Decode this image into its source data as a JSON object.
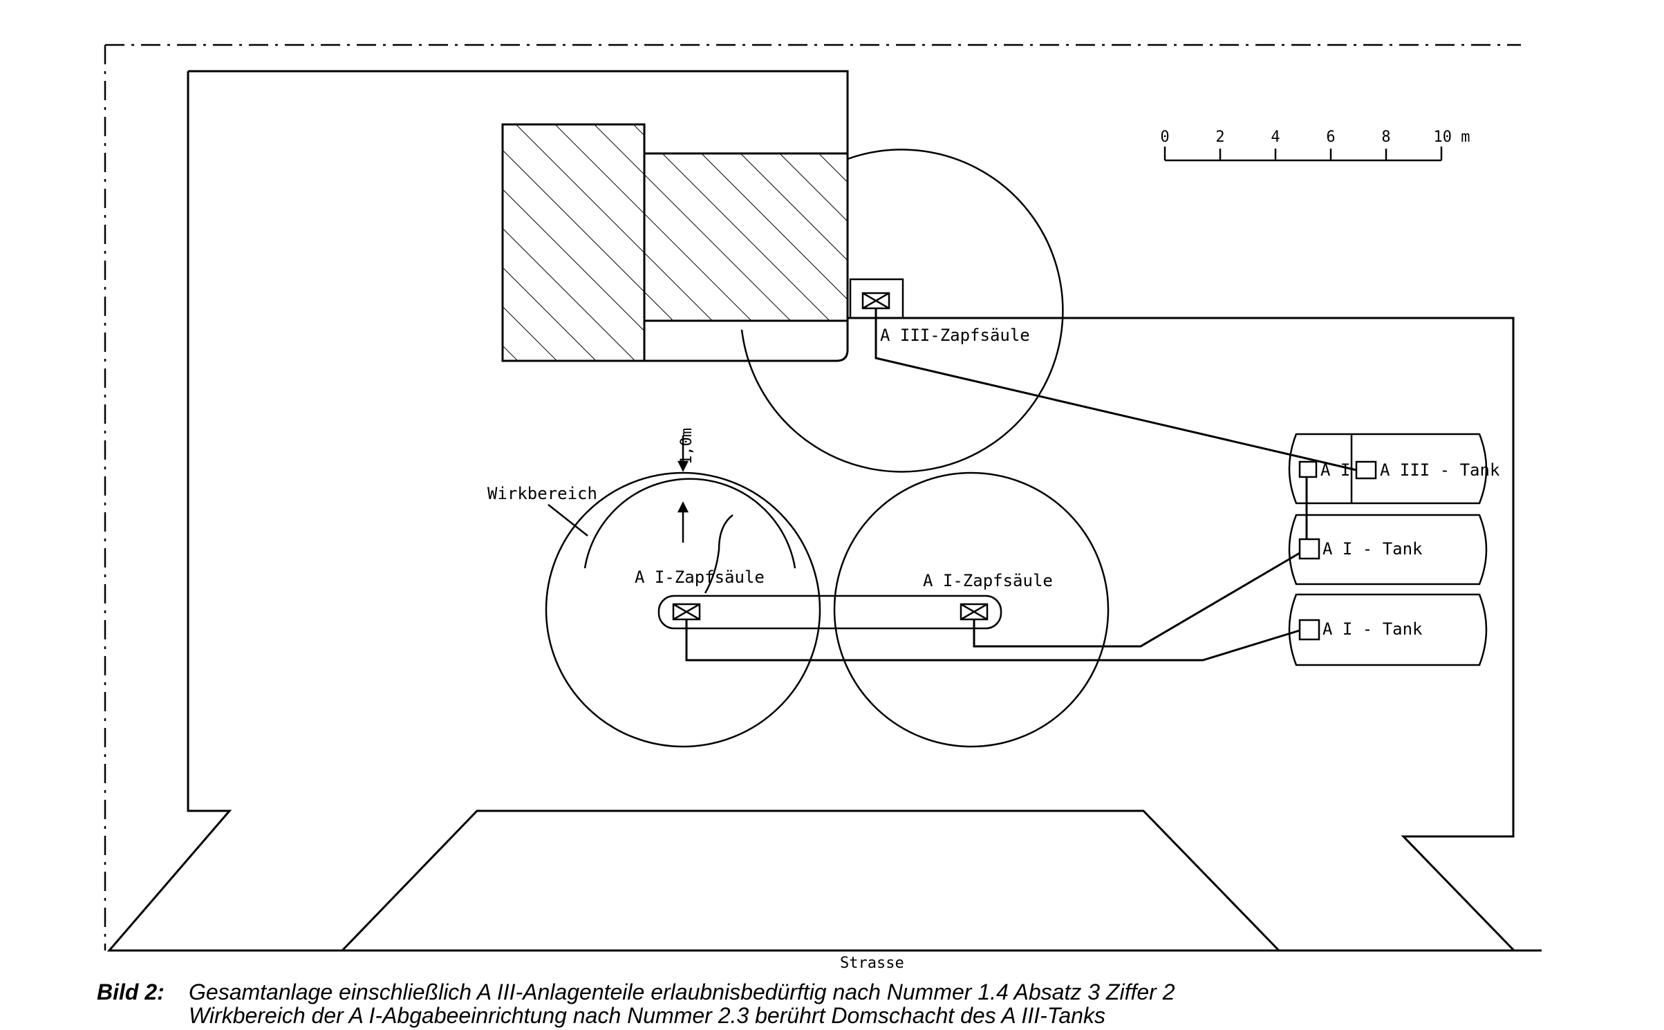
{
  "figure": {
    "scale_ticks": [
      "0",
      "2",
      "4",
      "6",
      "8",
      "10 m"
    ],
    "labels": {
      "a3_pump": "A III-Zapfsäule",
      "a1_pump_left": "A I-Zapfsäule",
      "a1_pump_right": "A I-Zapfsäule",
      "effect_zone": "Wirkbereich",
      "distance": "1,0m",
      "tank_top_a1": "A I",
      "tank_top_a3": "A III - Tank",
      "tank_middle": "A I - Tank",
      "tank_bottom": "A I - Tank",
      "road": "Strasse"
    }
  },
  "caption": {
    "label": "Bild 2:",
    "line1": "Gesamtanlage einschließlich A III-Anlagenteile erlaubnisbedürftig nach Nummer 1.4 Absatz 3 Ziffer 2",
    "line2": "Wirkbereich der A I-Abgabeeinrichtung nach Nummer 2.3 berührt Domschacht des A III-Tanks"
  }
}
